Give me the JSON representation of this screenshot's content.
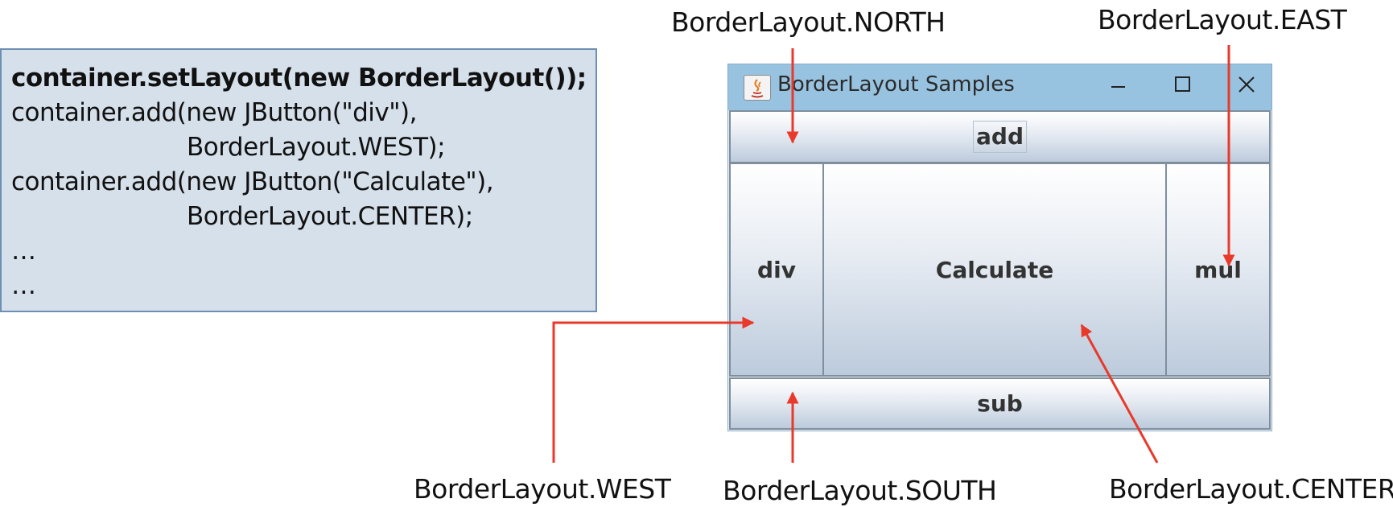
{
  "code": {
    "lines": [
      "container.setLayout(new BorderLayout());",
      "container.add(new JButton(\"div\"),",
      "BorderLayout.WEST);",
      "container.add(new JButton(\"Calculate\"),",
      "BorderLayout.CENTER);",
      "…",
      "…"
    ]
  },
  "callouts": {
    "north": "BorderLayout.NORTH",
    "east": "BorderLayout.EAST",
    "west": "BorderLayout.WEST",
    "south": "BorderLayout.SOUTH",
    "center": "BorderLayout.CENTER"
  },
  "window": {
    "title": "BorderLayout Samples",
    "buttons": {
      "north": "add",
      "west": "div",
      "center": "Calculate",
      "east": "mul",
      "south": "sub"
    }
  },
  "colors": {
    "arrow": "#e8392b",
    "titlebar": "#98c3e0",
    "code_box": "#d6e0eb"
  }
}
